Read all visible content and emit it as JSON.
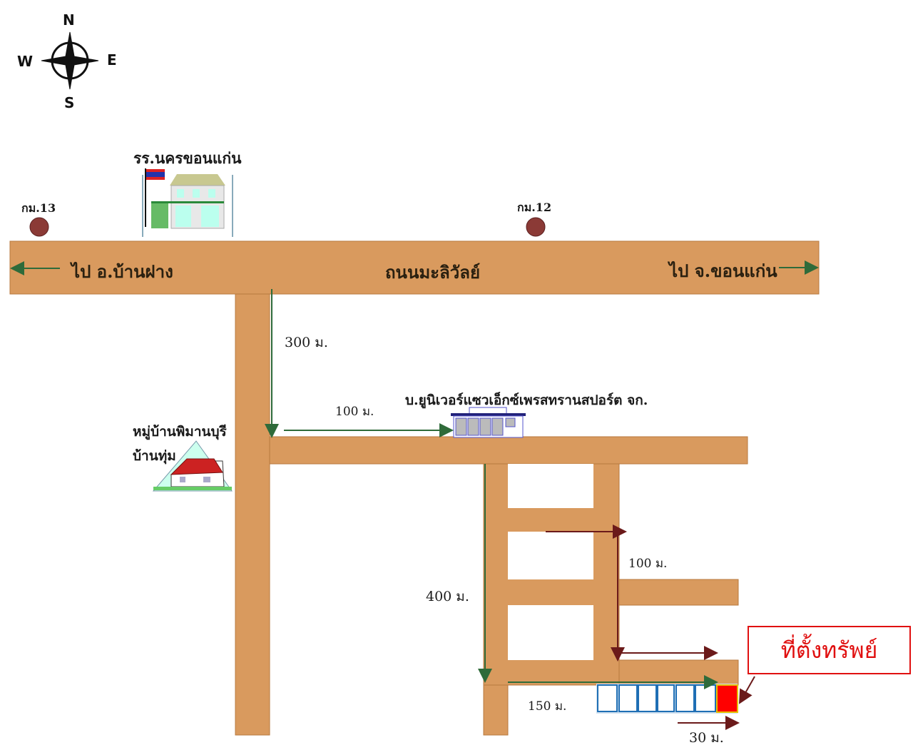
{
  "compass": {
    "north": "N",
    "south": "S",
    "east": "E",
    "west": "W"
  },
  "landmarks": {
    "school": "รร.นครขอนแก่น",
    "km13": "กม.13",
    "km12": "กม.12",
    "village": [
      "หมู่บ้านพิมานบุรี",
      "บ้านทุ่ม"
    ],
    "company": "บ.ยูนิเวอร์แซวเอ็กซ์เพรสทรานสปอร์ต จก."
  },
  "roads": {
    "main_road": "ถนนมะลิวัลย์",
    "to_west": "ไป อ.บ้านฝาง",
    "to_east": "ไป จ.ขอนแก่น"
  },
  "distances": {
    "d300": "300 ม.",
    "d100a": "100 ม.",
    "d400": "400 ม.",
    "d100b": "100 ม.",
    "d150": "150 ม.",
    "d30": "30 ม."
  },
  "property_label": "ที่ตั้งทรัพย์",
  "colors": {
    "road": "#d99a5e",
    "green_arrow": "#2f6b3a",
    "red_arrow": "#6b1a1a",
    "property": "#ff0000",
    "marker": "#8b3a36"
  }
}
